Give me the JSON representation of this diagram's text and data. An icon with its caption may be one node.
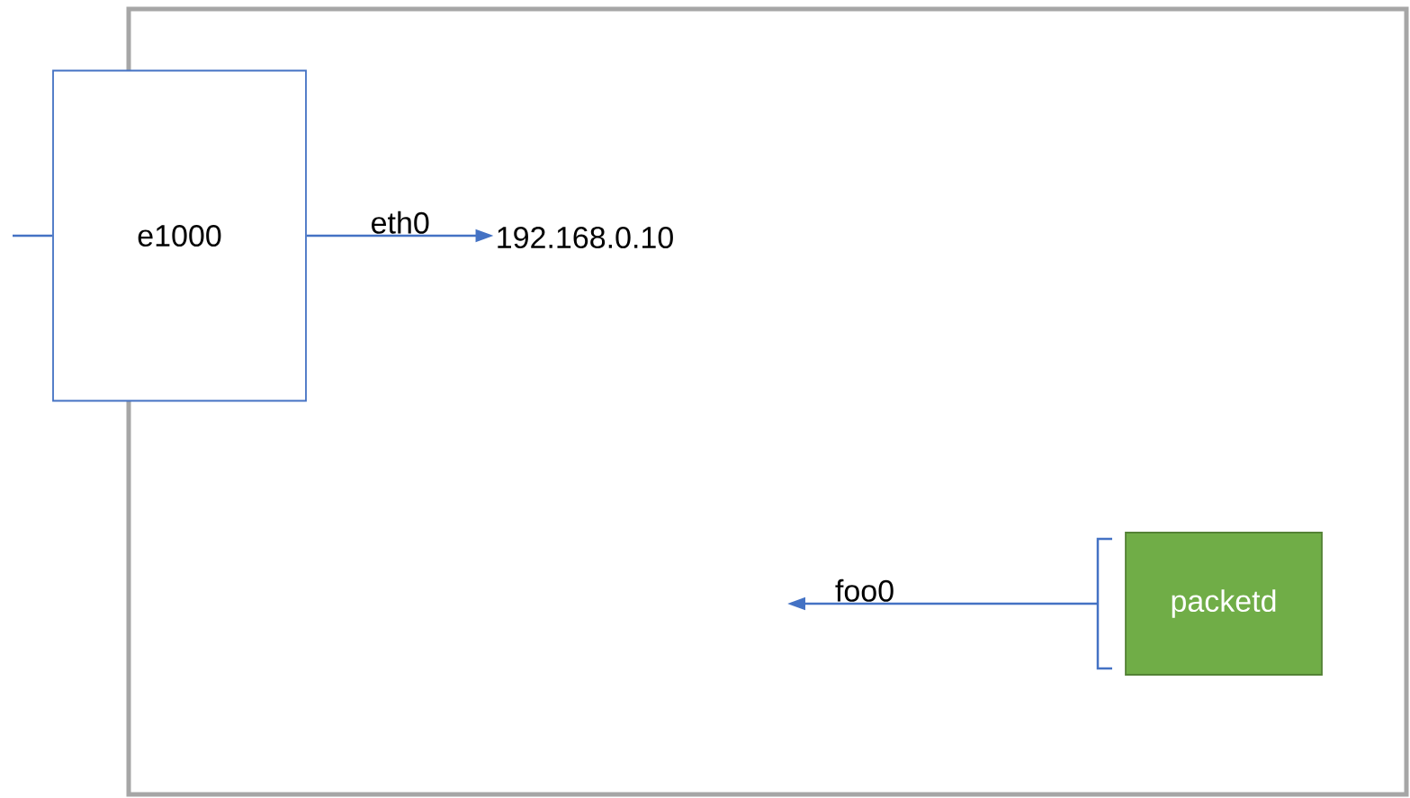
{
  "diagram": {
    "nodes": [
      {
        "text": [
          "e1000"
        ]
      },
      {
        "text": [
          "192.168.0.10"
        ]
      },
      {
        "text": [
          "packetd"
        ]
      }
    ],
    "edges": [
      {
        "from": 0,
        "to": 1,
        "arrow": "to",
        "label": "eth0"
      },
      {
        "from": null,
        "to": 0,
        "arrow": "none"
      },
      {
        "from": 2,
        "to": null,
        "arrow": "to",
        "label": "foo0"
      }
    ]
  }
}
